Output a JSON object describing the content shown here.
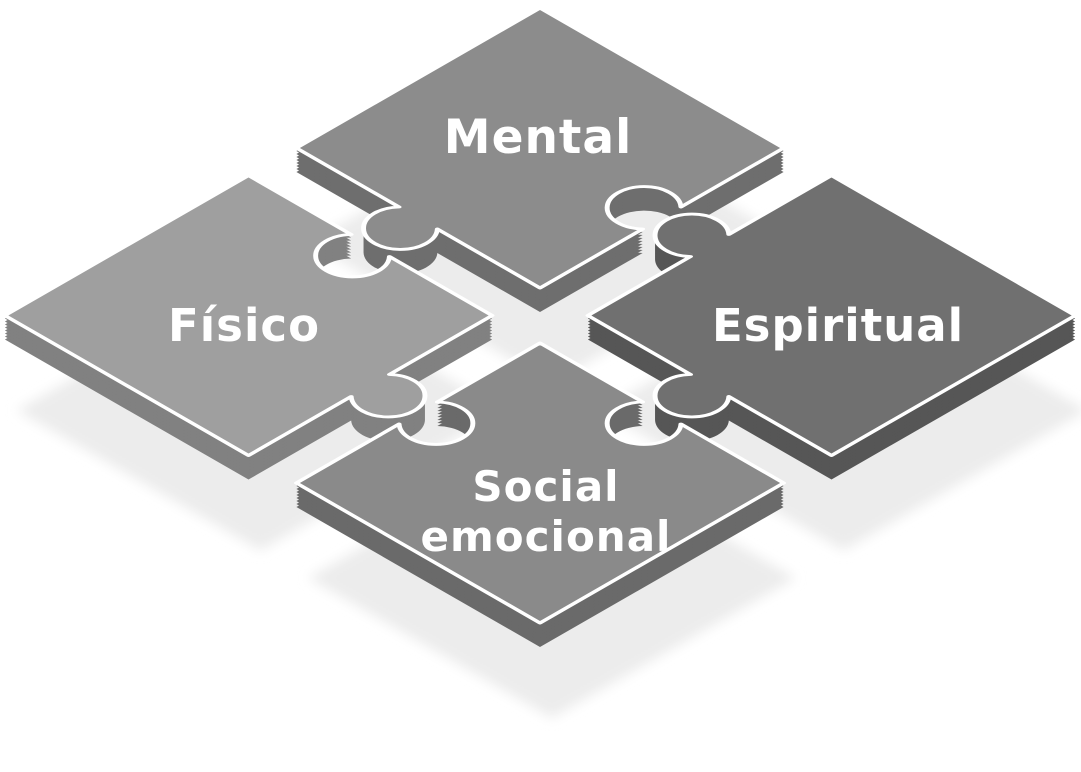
{
  "diagram": {
    "pieces": [
      {
        "id": "mental",
        "label": "Mental",
        "face_color": "#8c8c8c",
        "side_color": "#6e6e6e"
      },
      {
        "id": "fisico",
        "label": "Físico",
        "face_color": "#9f9f9f",
        "side_color": "#818181"
      },
      {
        "id": "espiritual",
        "label": "Espiritual",
        "face_color": "#707070",
        "side_color": "#565656"
      },
      {
        "id": "social-emocional",
        "label": "Social emocional",
        "label_lines": [
          "Social",
          "emocional"
        ],
        "face_color": "#8a8a8a",
        "side_color": "#6a6a6a"
      }
    ],
    "text_color": "#ffffff",
    "outline_color": "#ffffff",
    "shadow_color": "#ececec",
    "background_color": "#ffffff"
  }
}
